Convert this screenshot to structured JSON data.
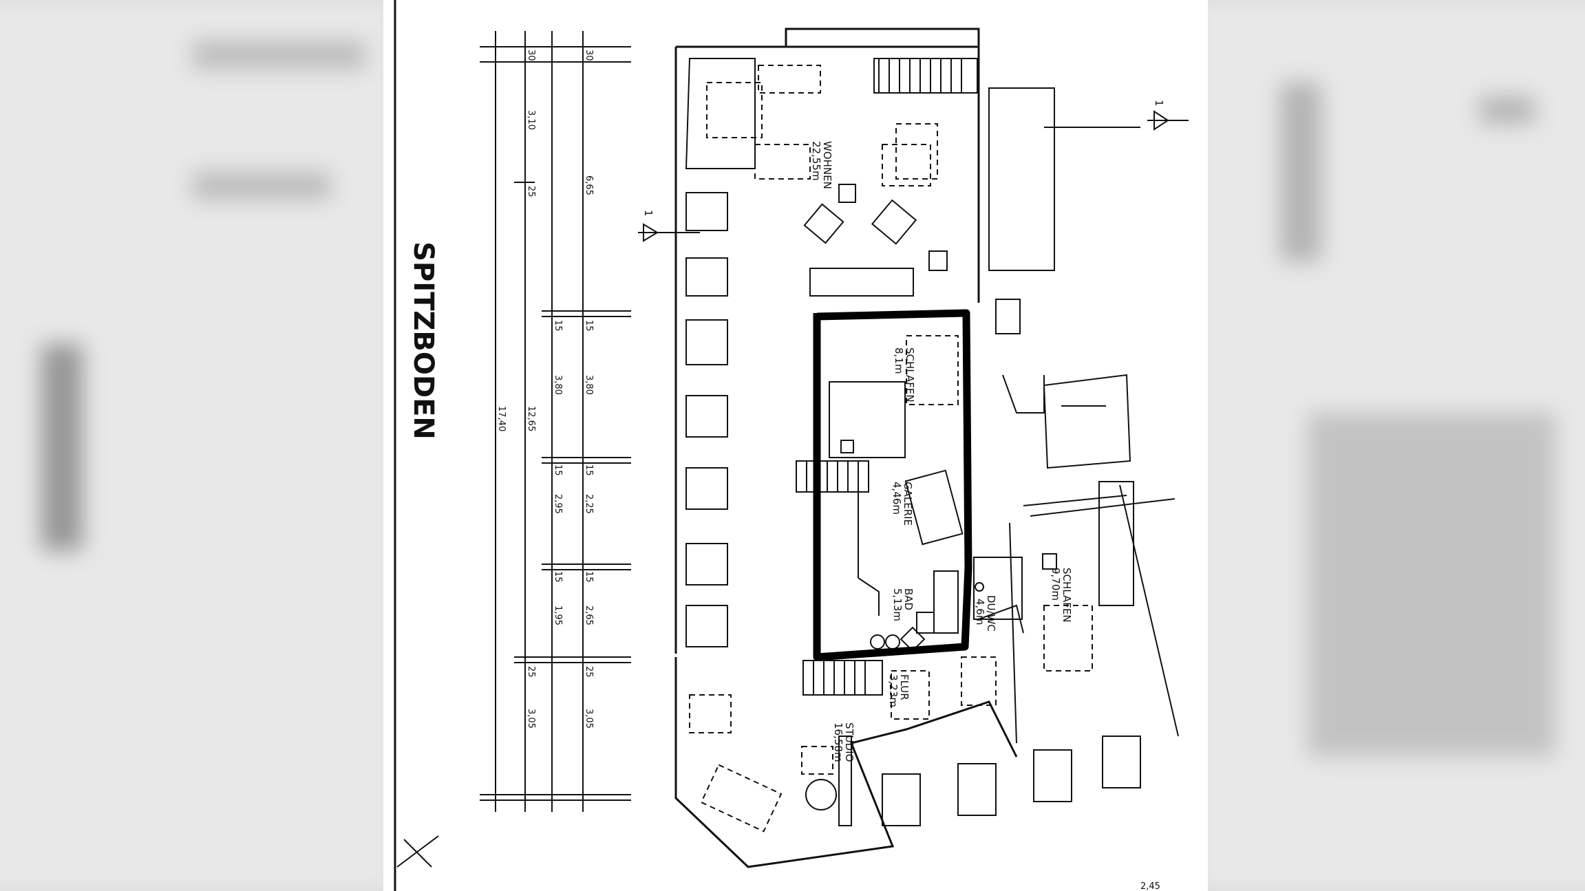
{
  "title": "SPITZBODEN",
  "rooms": [
    {
      "id": "wohnen",
      "name": "WOHNEN",
      "area": "22,55m"
    },
    {
      "id": "schlafen-1",
      "name": "SCHLAFEN",
      "area": "8,1m"
    },
    {
      "id": "galerie",
      "name": "GALERIE",
      "area": "4,46m"
    },
    {
      "id": "bad",
      "name": "BAD",
      "area": "5,13m"
    },
    {
      "id": "dusche-wc",
      "name": "DU/WC",
      "area": "4,6m"
    },
    {
      "id": "schlafen-2",
      "name": "SCHLAFEN",
      "area": "9,70m"
    },
    {
      "id": "flur",
      "name": "FLUR",
      "area": "3,23m"
    },
    {
      "id": "studio",
      "name": "STUDIO",
      "area": "16,58m"
    }
  ],
  "section_marker": "1",
  "dimensions": {
    "overall": "17,40",
    "middle": "12,65",
    "col1": [
      "30",
      "3,10",
      "25",
      "15",
      "3,80",
      "15",
      "2,95",
      "15",
      "1,95",
      "25",
      "3,05"
    ],
    "col2": [
      "30",
      "6,65",
      "15",
      "3,80",
      "15",
      "2,25",
      "15",
      "2,65",
      "25",
      "3,05"
    ],
    "bottom": "2,45"
  },
  "colors": {
    "line": "#111111",
    "highlight": "#000000",
    "paper": "#ffffff",
    "backdrop": "#d9d9d9"
  }
}
